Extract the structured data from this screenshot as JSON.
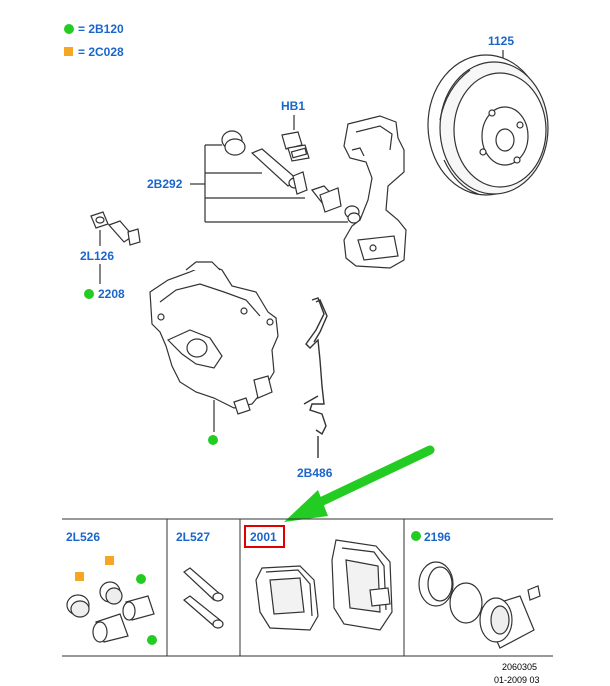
{
  "legend": [
    {
      "marker": "green-dot-icon",
      "color": "#22cc22",
      "text": "= 2B120"
    },
    {
      "marker": "orange-square-icon",
      "color": "#f5a623",
      "text": "= 2C028"
    }
  ],
  "labels": {
    "disc": "1125",
    "bolt_hb1": "HB1",
    "pins_2b292": "2B292",
    "bolt_2l126": "2L126",
    "bolt_2208": "2208",
    "spring_2b486": "2B486"
  },
  "panels": [
    {
      "label": "2L526"
    },
    {
      "label": "2L527"
    },
    {
      "label": "2001"
    },
    {
      "label": "2196"
    }
  ],
  "footer": {
    "code": "2060305",
    "date": "01-2009 03"
  },
  "colors": {
    "label_blue": "#1a66cc",
    "green_marker": "#22cc22",
    "orange_marker": "#f5a623",
    "arrow_green": "#22cc22",
    "highlight_red": "#e00000",
    "line": "#333333"
  }
}
